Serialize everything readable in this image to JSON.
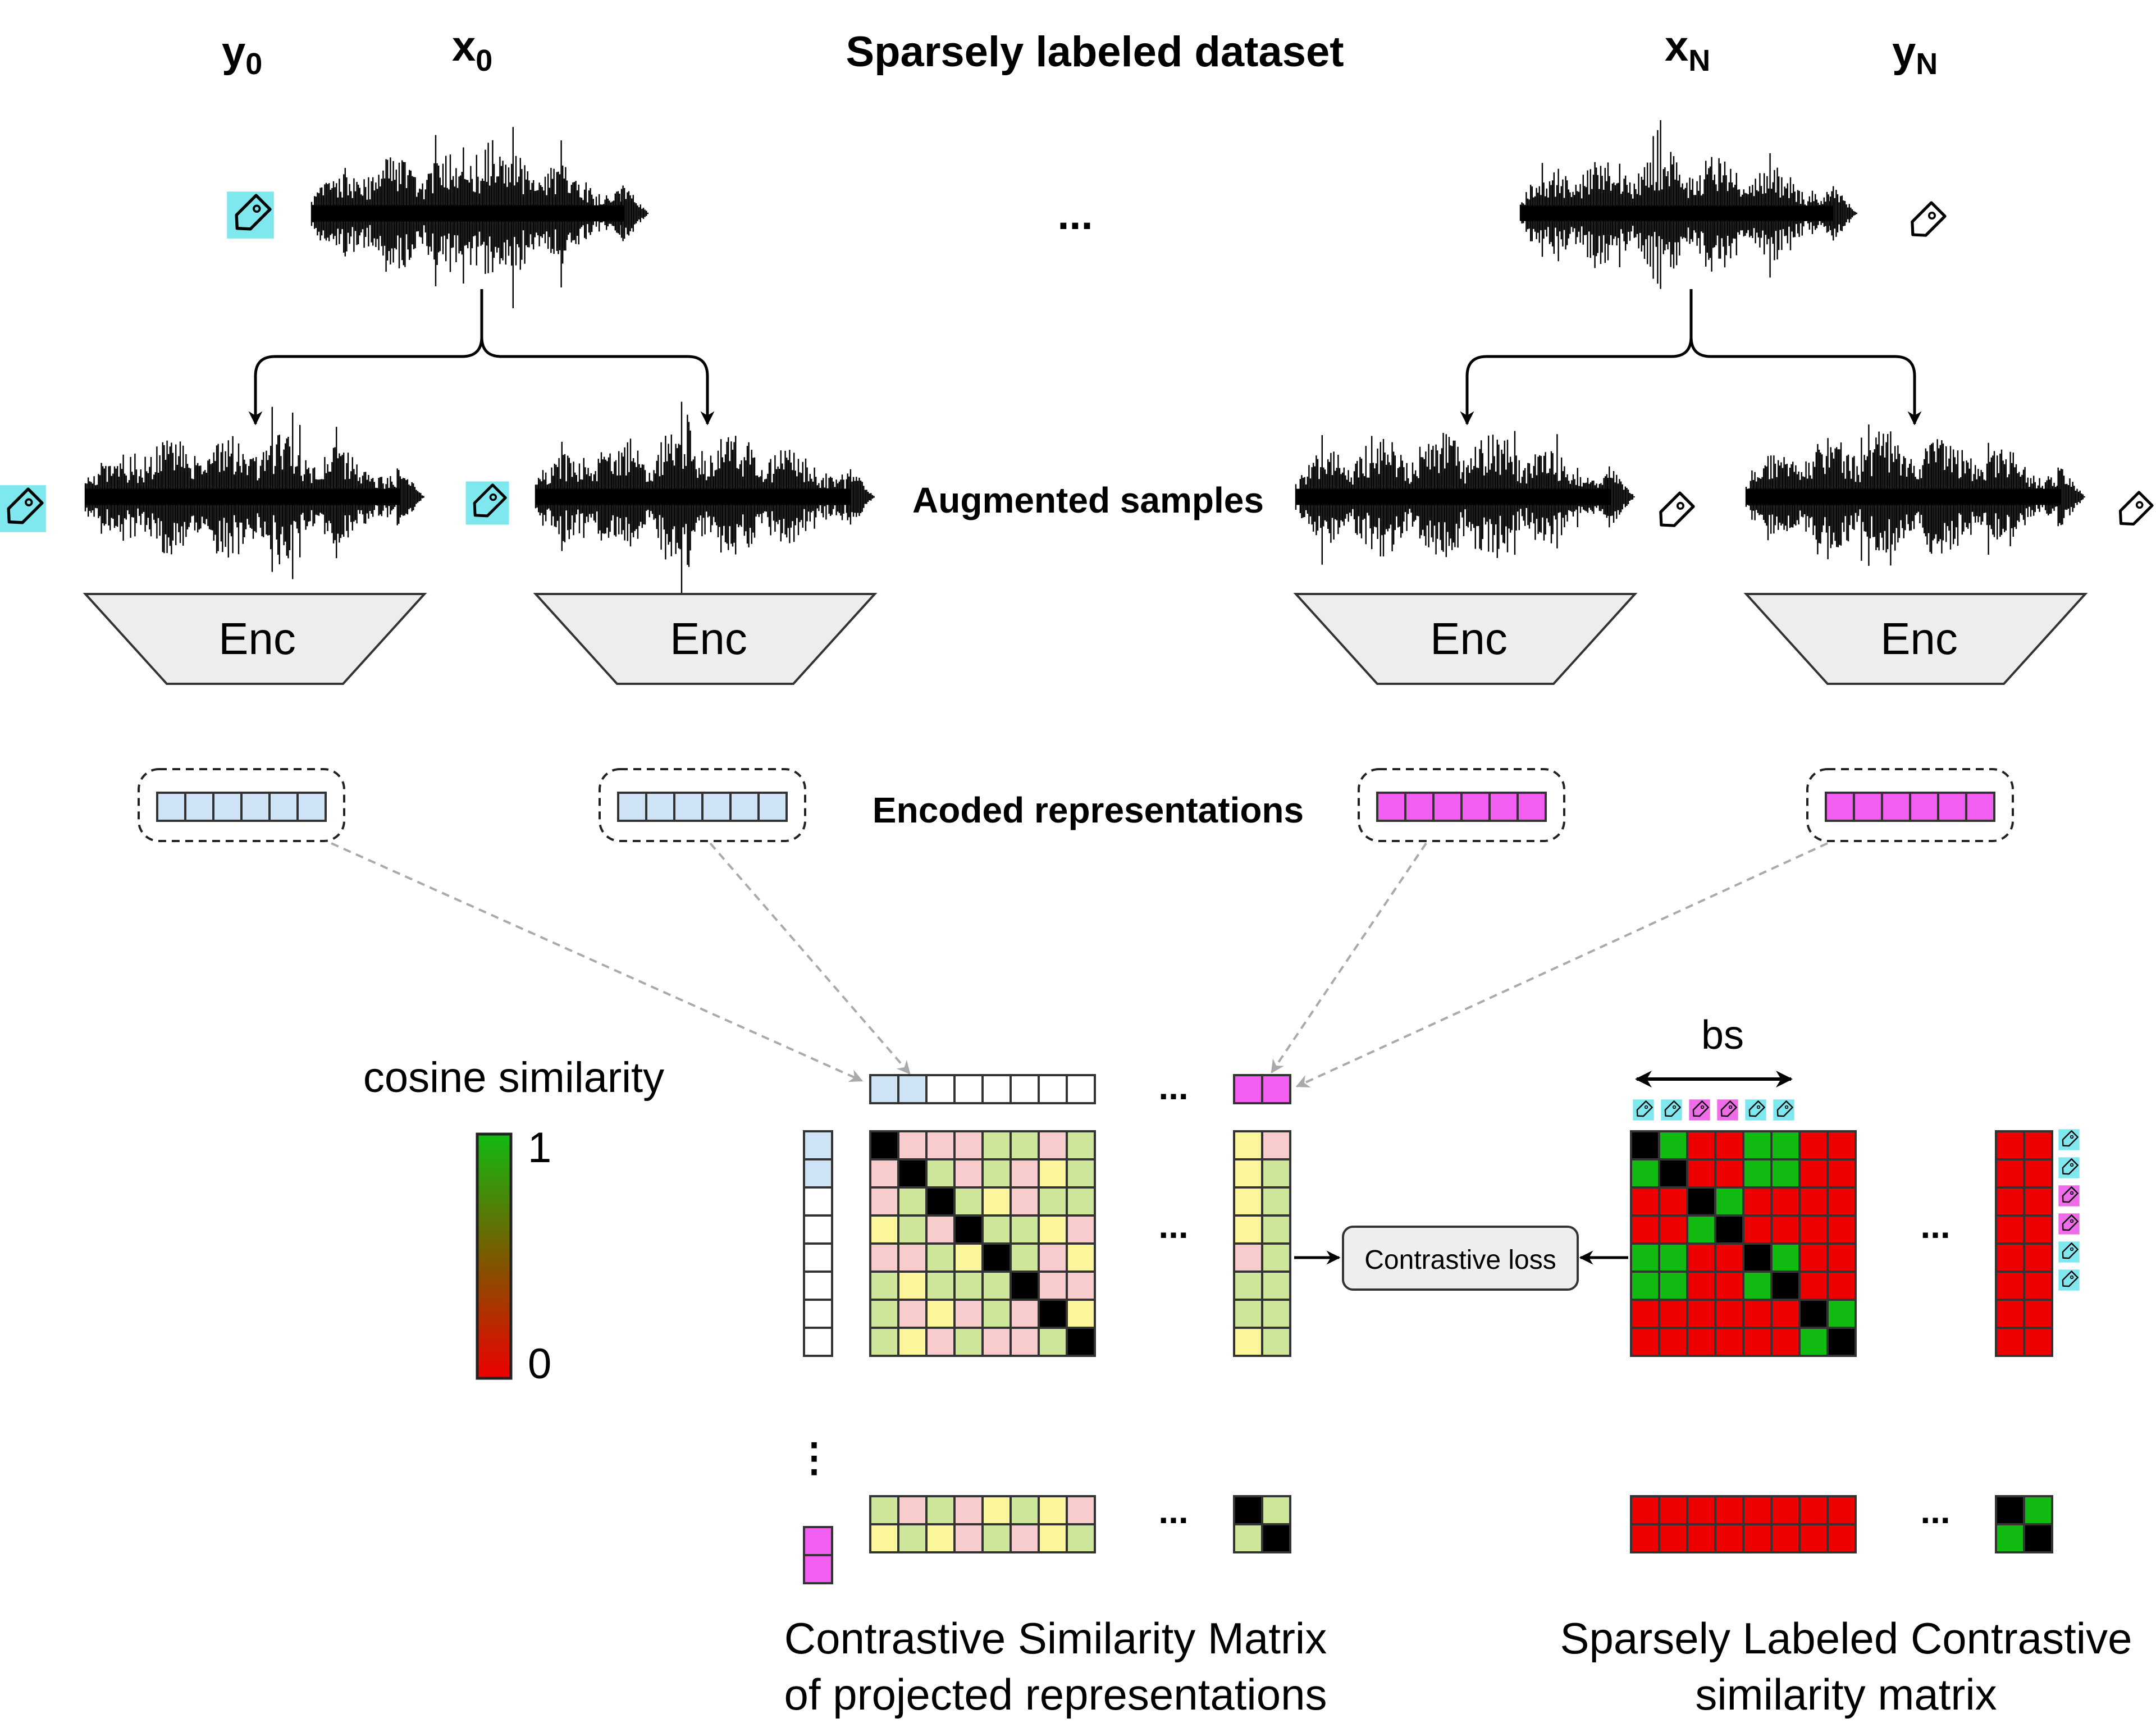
{
  "header": {
    "y0": "y",
    "y0_sub": "0",
    "x0": "x",
    "x0_sub": "0",
    "title": "Sparsely labeled dataset",
    "xN": "x",
    "xN_sub": "N",
    "yN": "y",
    "yN_sub": "N",
    "dots": "..."
  },
  "labels": {
    "augmented": "Augmented samples",
    "encoded": "Encoded representations",
    "encoder": "Enc",
    "cosine": "cosine similarity",
    "scale_max": "1",
    "scale_min": "0",
    "bs": "bs",
    "loss": "Contrastive loss",
    "ellipsis": "...",
    "vdots": "⋮",
    "caption_left_1": "Contrastive Similarity Matrix",
    "caption_left_2": "of projected representations",
    "caption_right_1": "Sparsely Labeled Contrastive",
    "caption_right_2": "similarity matrix"
  },
  "colors": {
    "tag_cyan": "#7fe8ef",
    "tag_magenta": "#ee6ce8",
    "rep_blue": "#cfe3f7",
    "rep_magenta": "#f25ef0",
    "light_green": "#cde69a",
    "light_yellow": "#fbf69c",
    "light_pink": "#f8cccc",
    "red": "#ee0000",
    "green": "#11bb11",
    "black": "#000000",
    "encoder_fill": "#ededed",
    "loss_fill": "#eeeeee"
  },
  "matrices": {
    "similarity_pattern": [
      "KPPPGGPG",
      "PKGPGPYG",
      "PGKGYPGG",
      "YGPKGGYP",
      "PPGYKGPY",
      "GYGGGKPP",
      "GPYPGPKY",
      "GYPGPPGK"
    ],
    "label_pattern": [
      "KGRRGGRR",
      "GKRRGGRR",
      "RRKGRRRR",
      "RRGKRRRR",
      "GGRRKGRR",
      "GGRRGKRR",
      "RRRRRRKG",
      "RRRRRRGK"
    ],
    "bottom_similarity_row": [
      "GPGPYGYP",
      "YGYPGPYG"
    ],
    "bottom_label_row": [
      "RRRRRRRR",
      "RRRRRRRR"
    ],
    "left_partial_column": [
      "YP",
      "YG",
      "YG",
      "YG",
      "PG",
      "GG",
      "GG",
      "YG"
    ],
    "left_corner_block": [
      "KG",
      "GK"
    ],
    "right_partial_column": [
      "RR",
      "RR",
      "RR",
      "RR",
      "RR",
      "RR",
      "RR",
      "RR"
    ],
    "right_corner_block": [
      "KG",
      "GK"
    ],
    "top_label_tags": [
      "cyan",
      "cyan",
      "magenta",
      "magenta",
      "cyan",
      "cyan"
    ],
    "side_label_tags": [
      "cyan",
      "cyan",
      "magenta",
      "magenta",
      "cyan",
      "cyan"
    ]
  }
}
